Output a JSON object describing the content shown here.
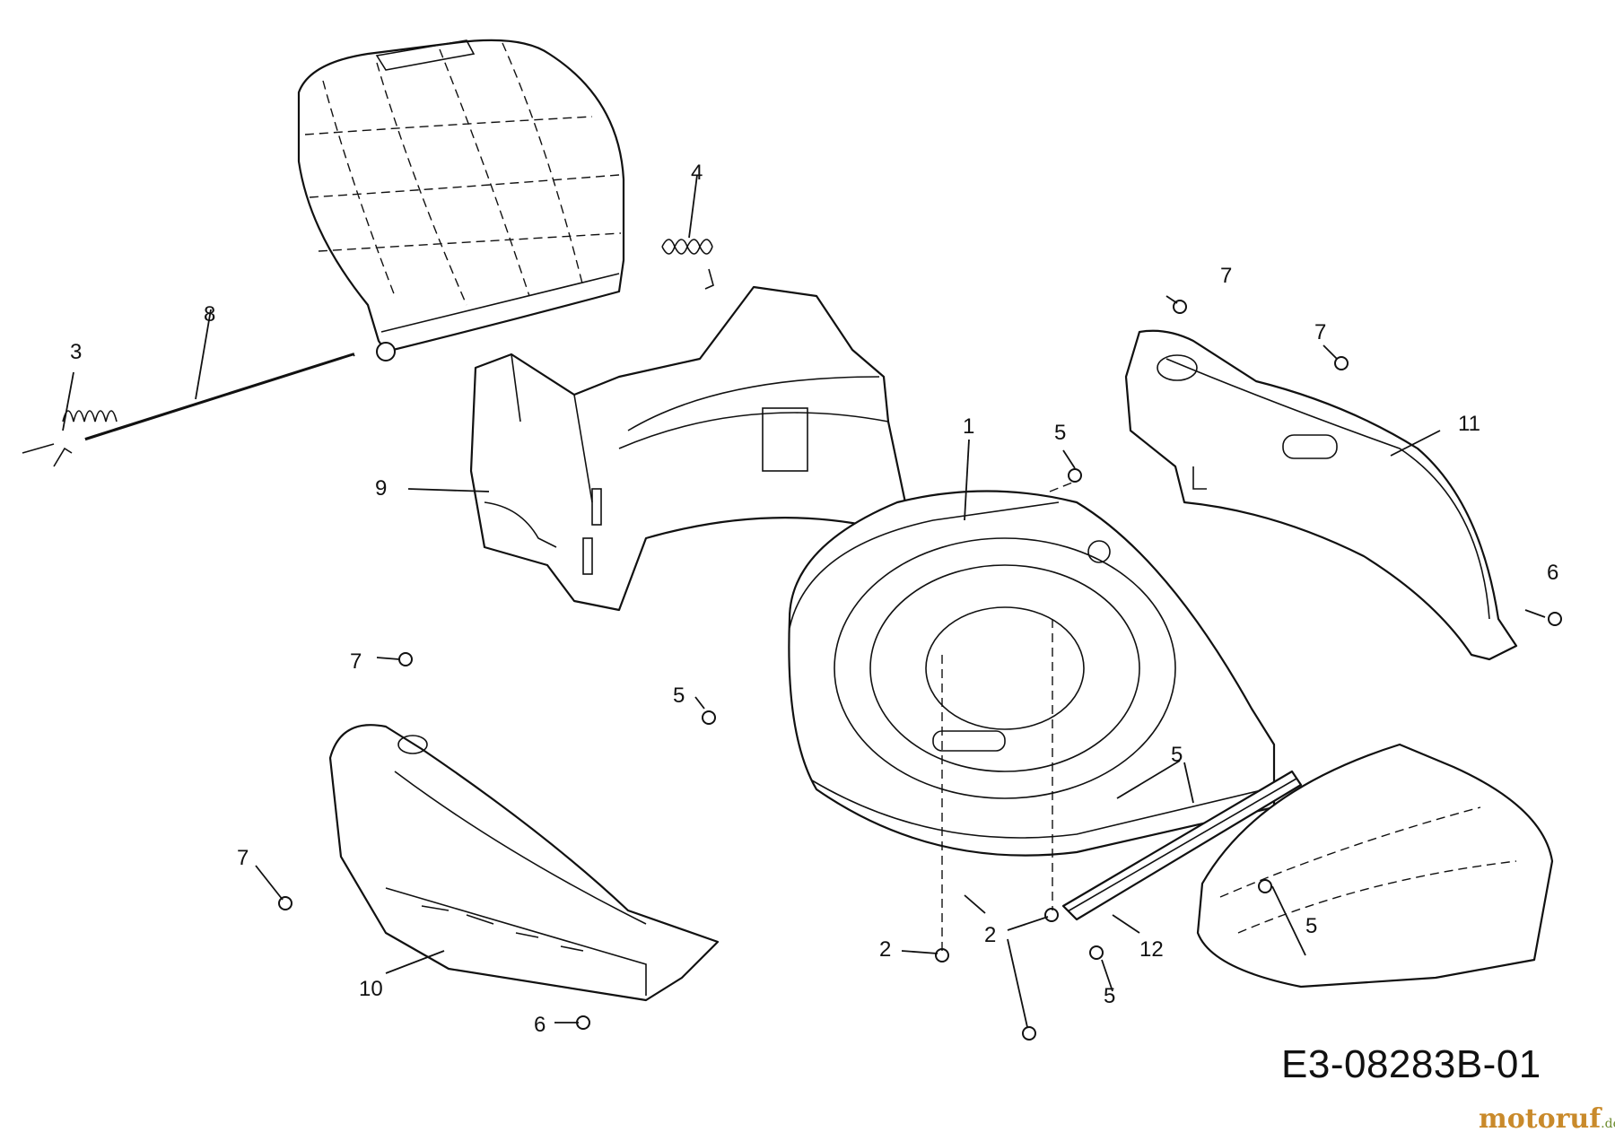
{
  "diagram": {
    "reference": "E3-08283B-01",
    "watermark": {
      "brand": "motoruf",
      "suffix": ".de"
    },
    "callouts": {
      "c1": "1",
      "c2a": "2",
      "c2b": "2",
      "c3": "3",
      "c4": "4",
      "c5a": "5",
      "c5b": "5",
      "c5c": "5",
      "c5d": "5",
      "c5e": "5",
      "c6a": "6",
      "c6b": "6",
      "c7a": "7",
      "c7b": "7",
      "c7c": "7",
      "c7d": "7",
      "c8": "8",
      "c9": "9",
      "c10": "10",
      "c11": "11",
      "c12": "12"
    }
  }
}
